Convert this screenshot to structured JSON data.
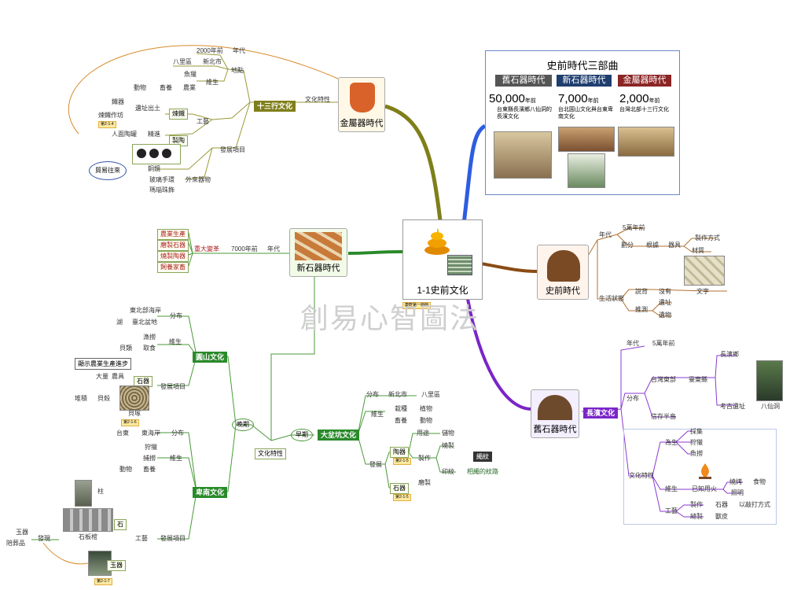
{
  "center": {
    "title": "1-1史前文化",
    "note": "康軒第一冊冊"
  },
  "watermark": "創易心智圖法",
  "panel": {
    "title": "史前時代三部曲",
    "headers": [
      "舊石器時代",
      "新石器時代",
      "金屬器時代"
    ],
    "header_colors": [
      "#555555",
      "#1f3e6e",
      "#8b2525"
    ],
    "years": [
      "50,000",
      "7,000",
      "2,000"
    ],
    "year_unit": "年前",
    "descs": [
      "台東縣長濱鄉八仙洞的長濱文化",
      "台北圓山文化與台東卑南文化",
      "台灣北部十三行文化"
    ]
  },
  "prehistoric": {
    "title": "史前時代",
    "era": "年代",
    "era_val": "5萬年前",
    "div": "劃分",
    "div_by": "根據",
    "tool": "器具",
    "make": "製作方式",
    "mat": "材質",
    "life": "生活狀態",
    "speculate": "推測",
    "relics": "遺址",
    "objects": "遺物",
    "say": "說背",
    "none": "沒有",
    "writing": "文字"
  },
  "paleolithic": {
    "title": "舊石器時代",
    "culture": "長濱文化",
    "era": "年代",
    "era_val": "5萬年前",
    "dist": "分布",
    "east": "台灣東部",
    "taitung": "臺東縣",
    "changbin": "長濱鄉",
    "site": "考古遺址",
    "baxian": "八仙洞",
    "exist": "信存半島",
    "trait": "文化特性",
    "for_life": "為生",
    "gather": "採集",
    "hunt": "狩獵",
    "fish": "魚撈",
    "live": "維生",
    "fire": "已知用火",
    "roast": "燒烤",
    "food": "食物",
    "light": "照明",
    "tools": "工藝",
    "make": "製作",
    "stone": "石器",
    "knap": "以敲打方式",
    "sew": "縫製",
    "skin": "獸皮"
  },
  "metal": {
    "title": "金屬器時代",
    "culture": "十三行文化",
    "trait": "文化特性",
    "era": "年代",
    "era_val": "2000年前",
    "place": "地點",
    "bali": "八里區",
    "newtaipei": "新北市",
    "fishing": "魚獵",
    "live": "維生",
    "animal": "動物",
    "livestock": "畜養",
    "farm": "農業",
    "craft": "工藝",
    "unearth": "遺址出土",
    "smelt": "煉鐵",
    "smelt_work": "煉鐵作坊",
    "iron": "鐵器",
    "face_pot": "人面陶罐",
    "fine": "精進",
    "pottery": "製陶",
    "dev": "發展項目",
    "foreign": "外來器物",
    "trade": "貿易往來",
    "bronze": "銅鏡",
    "glass": "玻璃手環",
    "agate": "瑪瑙珠飾",
    "note": "第2-1-4"
  },
  "neolithic": {
    "title": "新石器時代",
    "era": "年代",
    "era_val": "7000年前",
    "change": "重大變革",
    "items": [
      "農業生產",
      "磨製石器",
      "燒製陶器",
      "飼養家畜"
    ]
  },
  "dabenkeng": {
    "title": "大坌坑文化",
    "early": "早期",
    "trait": "文化特性",
    "dist": "分布",
    "newtaipei": "新北市",
    "bali": "八里區",
    "live": "維生",
    "grow": "栽種",
    "plant": "植物",
    "livestock": "畜養",
    "animal": "動物",
    "dev": "發展",
    "pottery": "陶器",
    "use": "用途",
    "store": "儲物",
    "make": "製作",
    "fire": "燒製",
    "pattern": "印紋",
    "rope": "繩紋",
    "rope_pat": "相繩的紋路",
    "stone": "石器",
    "grind": "磨製",
    "note1": "第2-1-5",
    "note2": "第2-1-5"
  },
  "yuanshan": {
    "title": "圓山文化",
    "late": "晚期",
    "dist": "分布",
    "ne": "東北部海岸",
    "lake": "湖",
    "taipei": "臺北盆地",
    "fishing": "漁撈",
    "live": "維生",
    "gather": "取食",
    "shell": "貝類",
    "show": "顯示農業生產進步",
    "big": "大量",
    "farmtool": "農具",
    "stone": "石器",
    "dev": "發展項目",
    "pile": "堆積",
    "shells": "貝殼",
    "midden": "貝塚",
    "note": "第2-1-6"
  },
  "beinan": {
    "title": "卑南文化",
    "dist": "分布",
    "taitung": "台東",
    "coast": "東海岸",
    "hunt": "狩獵",
    "fish": "捕撈",
    "live": "維生",
    "animal": "動物",
    "livestock": "畜養",
    "pillar": "柱",
    "stone": "石",
    "slab": "石板棺",
    "craft": "工藝",
    "dev": "發展項目",
    "jade_label": "玉器",
    "jade": "玉器",
    "burial": "陪葬品",
    "found": "發現",
    "note": "第2-1-7"
  }
}
